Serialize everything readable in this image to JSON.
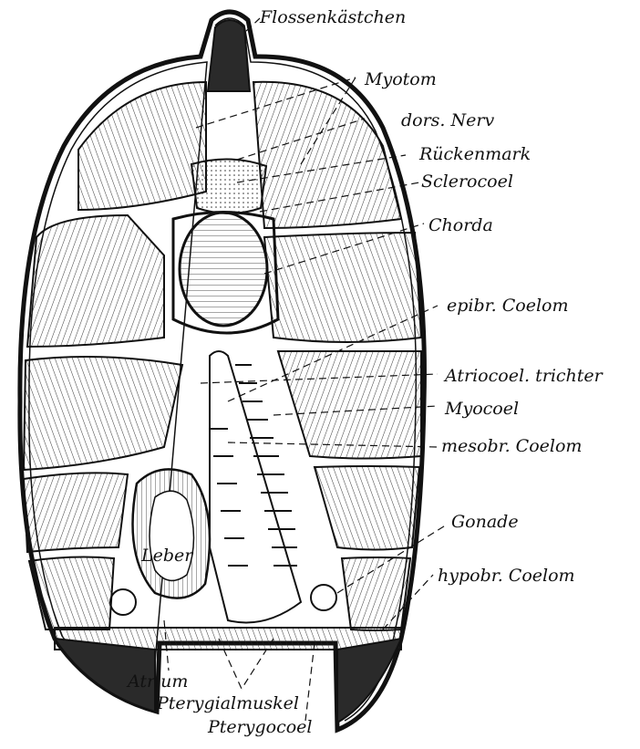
{
  "figure": {
    "labels": {
      "flossenkaestchen": "Flossenkästchen",
      "myotom": "Myotom",
      "dors_nerv": "dors. Nerv",
      "rueckenmark": "Rückenmark",
      "sclerocoel": "Sclerocoel",
      "chorda": "Chorda",
      "epibr_coelom": "epibr. Coelom",
      "atriocoel_trichter": "Atriocoel. trichter",
      "myocoel": "Myocoel",
      "mesobr_coelom": "mesobr. Coelom",
      "gonade": "Gonade",
      "hypobr_coelom": "hypobr. Coelom",
      "leber": "Leber",
      "atrium": "Atrium",
      "pterygialmuskel": "Pterygialmuskel",
      "pterygocoel": "Pterygocoel"
    },
    "colors": {
      "ink": "#111111",
      "paper": "#ffffff",
      "dark_tissue": "#2a2a2a"
    }
  }
}
